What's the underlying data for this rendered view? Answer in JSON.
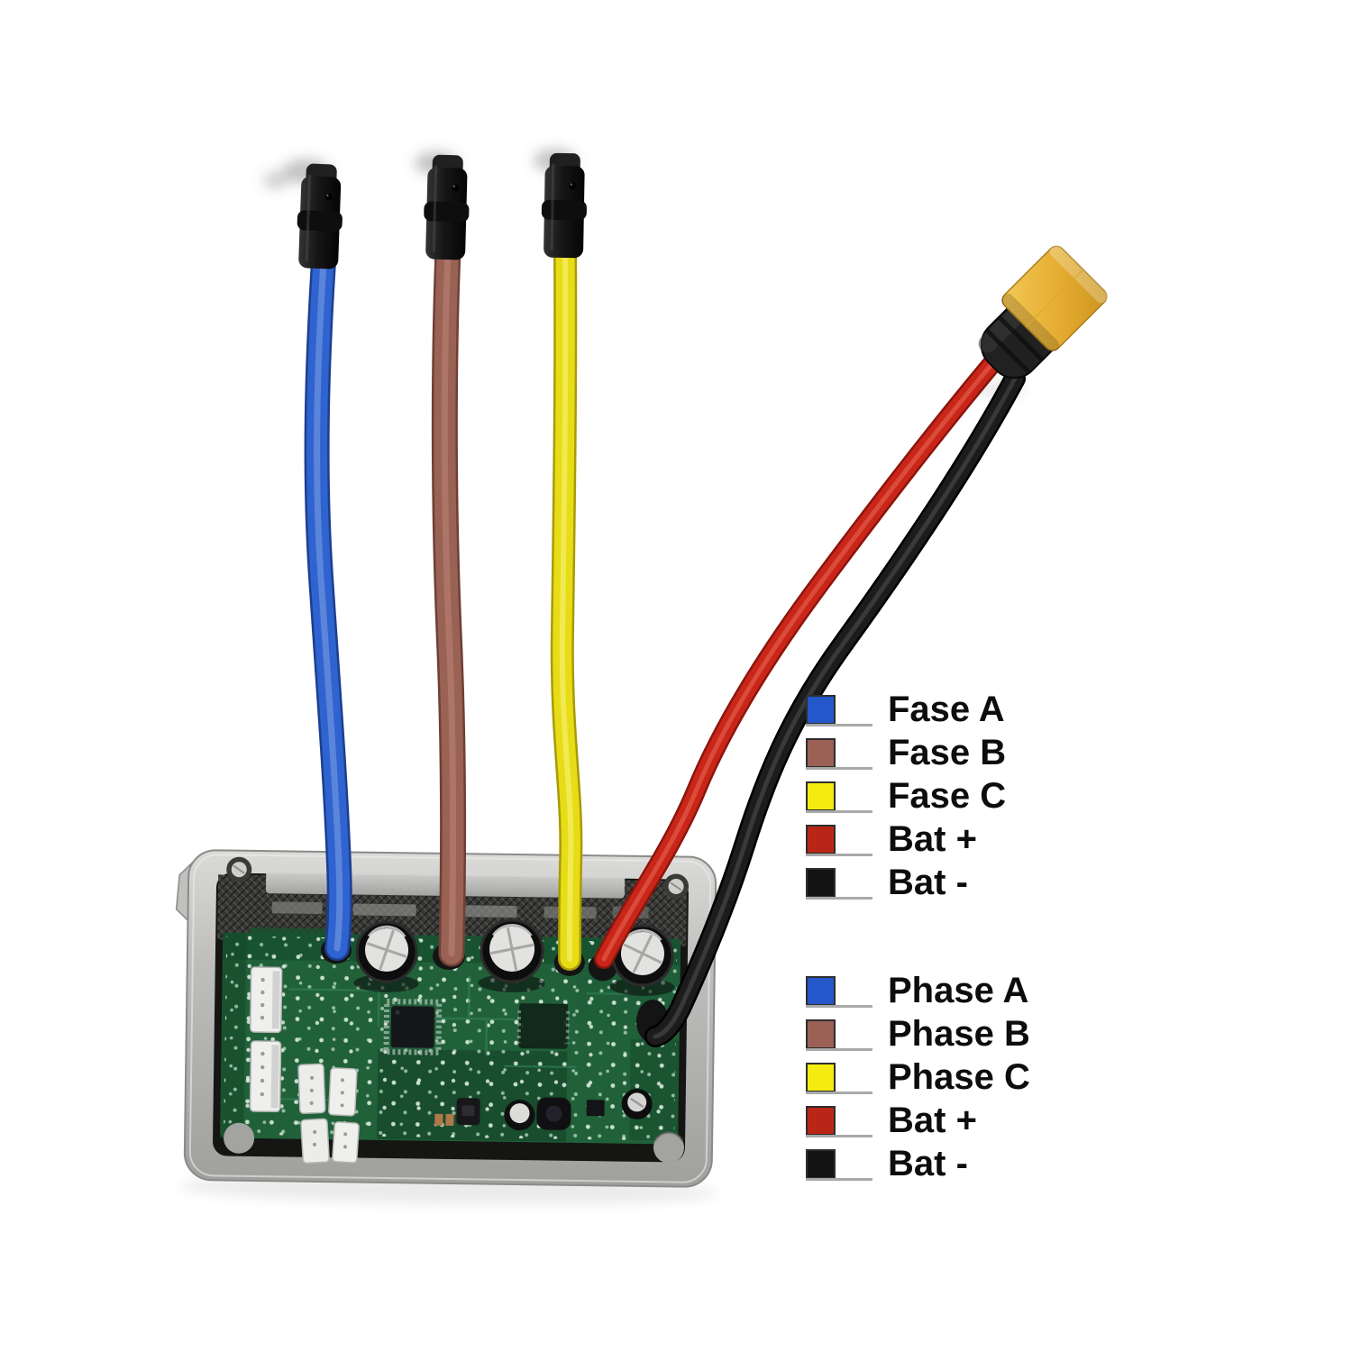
{
  "colors": {
    "wire_blue": "#2f63cf",
    "wire_brown": "#9a6155",
    "wire_yellow": "#e8dc16",
    "wire_red": "#c92619",
    "wire_black": "#1c1c1c",
    "xt60_yellow": "#eaba3e",
    "case_gray": "#b9b9b7",
    "pcb_green": "#21613a"
  },
  "legend_top": {
    "items": [
      {
        "label": "Fase A",
        "color": "#2457c9"
      },
      {
        "label": "Fase B",
        "color": "#9b6156"
      },
      {
        "label": "Fase C",
        "color": "#f5eb10"
      },
      {
        "label": "Bat +",
        "color": "#b92617"
      },
      {
        "label": "Bat -",
        "color": "#131313"
      }
    ]
  },
  "legend_bottom": {
    "items": [
      {
        "label": "Phase A",
        "color": "#2457c9"
      },
      {
        "label": "Phase B",
        "color": "#9b6156"
      },
      {
        "label": "Phase C",
        "color": "#f5eb10"
      },
      {
        "label": "Bat +",
        "color": "#b92617"
      },
      {
        "label": "Bat -",
        "color": "#131313"
      }
    ]
  }
}
